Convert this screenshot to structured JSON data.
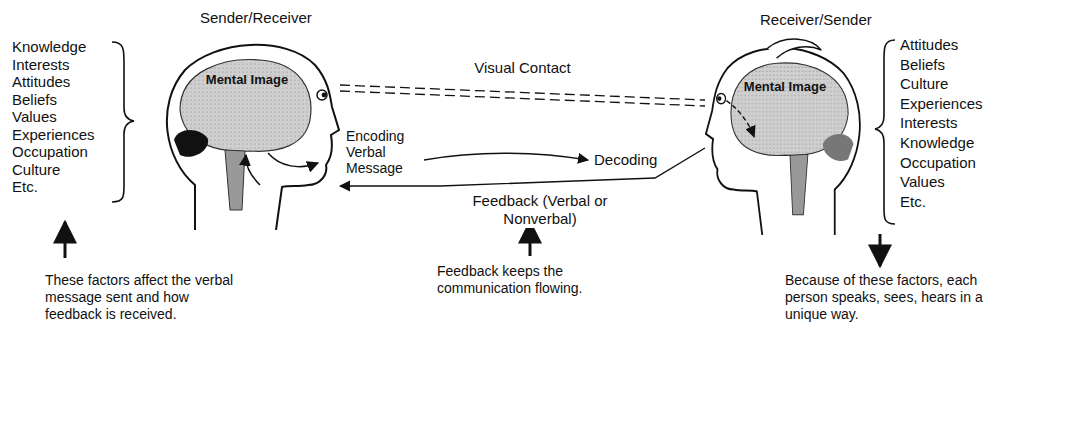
{
  "diagram": {
    "nodes": [
      {
        "text": [
          "Sender/Receiver",
          "Mental Image"
        ]
      },
      {
        "text": [
          "Receiver/Sender",
          "Mental Image"
        ]
      }
    ],
    "edges": [
      {
        "from": 0,
        "to": 1,
        "arrow": "none",
        "label": "Visual Contact"
      },
      {
        "from": 1,
        "to": 0,
        "arrow": "to",
        "label": "Feedback (Verbal or Nonverbal)"
      }
    ],
    "labels": [
      "Knowledge",
      "Interests",
      "Attitudes",
      "Beliefs",
      "Values",
      "Experiences",
      "Occupation",
      "Culture",
      "Etc.",
      "Encoding Verbal Message",
      "Decoding",
      "Attitudes",
      "Beliefs",
      "Culture",
      "Experiences",
      "Interests",
      "Knowledge",
      "Occupation",
      "Values",
      "Etc.",
      "These factors affect the verbal message sent and how feedback is received.",
      "Feedback keeps the communication flowing.",
      "Because of these factors, each person speaks, sees, hears in a unique way."
    ]
  }
}
